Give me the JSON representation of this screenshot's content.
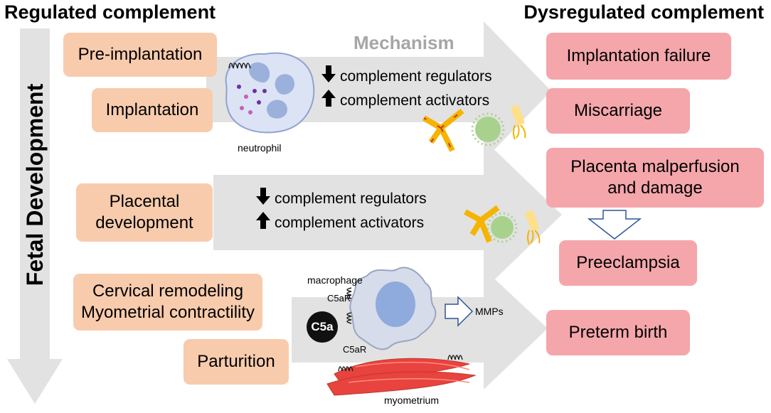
{
  "headers": {
    "regulated": "Regulated complement",
    "dysregulated": "Dysregulated complement",
    "mechanism": "Mechanism",
    "fetal_development": "Fetal Development"
  },
  "regulated_stages": {
    "pre_implantation": "Pre-implantation",
    "implantation": "Implantation",
    "placental_development": "Placental\ndevelopment",
    "cervical_myometrial": "Cervical remodeling\nMyometrial contractility",
    "parturition": "Parturition"
  },
  "outcomes": {
    "implantation_failure": "Implantation failure",
    "miscarriage": "Miscarriage",
    "placenta_malperfusion": "Placenta malperfusion\nand damage",
    "preeclampsia": "Preeclampsia",
    "preterm_birth": "Preterm birth"
  },
  "mechanism": {
    "row1": {
      "down": "complement regulators",
      "up": "complement activators"
    },
    "row2": {
      "down": "complement regulators",
      "up": "complement activators"
    }
  },
  "cells": {
    "neutrophil": "neutrophil",
    "macrophage": "macrophage",
    "myometrium": "myometrium",
    "c5a": "C5a",
    "c5ar_top": "C5aR",
    "c5ar_bottom": "C5aR",
    "mmps": "MMPs"
  },
  "colors": {
    "regulated_box": "#f8cbad",
    "dysregulated_box": "#f4a6ab",
    "arrow_gray": "#e2e2e2",
    "mechanism_text": "#a6a6a6"
  }
}
